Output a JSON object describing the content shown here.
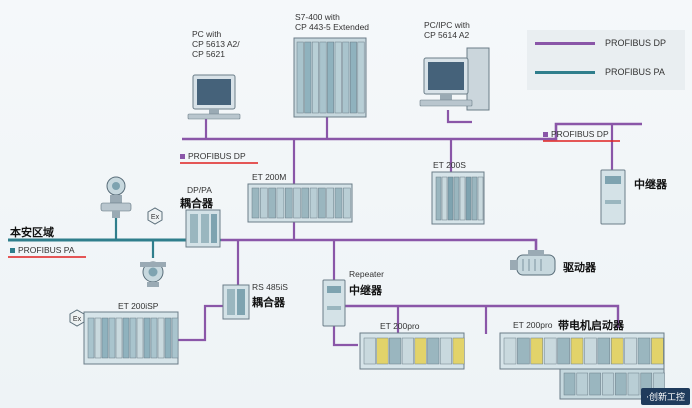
{
  "colors": {
    "dp_bus": "#8a56a8",
    "pa_bus": "#2f7e8c",
    "device": "#cfe0e6",
    "device_dark": "#6f97a5",
    "underline": "#e02020"
  },
  "legend": {
    "dp_label": "PROFIBUS DP",
    "pa_label": "PROFIBUS PA"
  },
  "bus_labels": {
    "dp_main": "PROFIBUS DP",
    "dp_right": "PROFIBUS DP",
    "pa_left": "PROFIBUS PA"
  },
  "area_label": "本安区域",
  "devices": {
    "pc_left": {
      "lines": [
        "PC with",
        "CP 5613 A2/",
        "CP 5621"
      ]
    },
    "s7_400": {
      "lines": [
        "S7-400 with",
        "CP 443-5 Extended"
      ]
    },
    "pc_ipc": {
      "lines": [
        "PC/IPC with",
        "CP 5614 A2"
      ]
    },
    "dp_pa": {
      "label": "DP/PA",
      "cn": "耦合器"
    },
    "et200m": {
      "label": "ET 200M"
    },
    "et200s": {
      "label": "ET 200S"
    },
    "repeater_right": {
      "cn": "中继器"
    },
    "rs485": {
      "label": "RS 485iS",
      "cn": "耦合器"
    },
    "repeater": {
      "label": "Repeater",
      "cn": "中继器"
    },
    "drive": {
      "cn": "驱动器"
    },
    "et200isp": {
      "label": "ET 200iSP"
    },
    "et200pro": {
      "label": "ET 200pro"
    },
    "et200pro_ms": {
      "label": "ET 200pro",
      "cn": "带电机启动器"
    },
    "ex_icon_1": {
      "label": "Ex"
    },
    "ex_icon_2": {
      "label": "Ex"
    }
  },
  "watermark": "·创新工控"
}
